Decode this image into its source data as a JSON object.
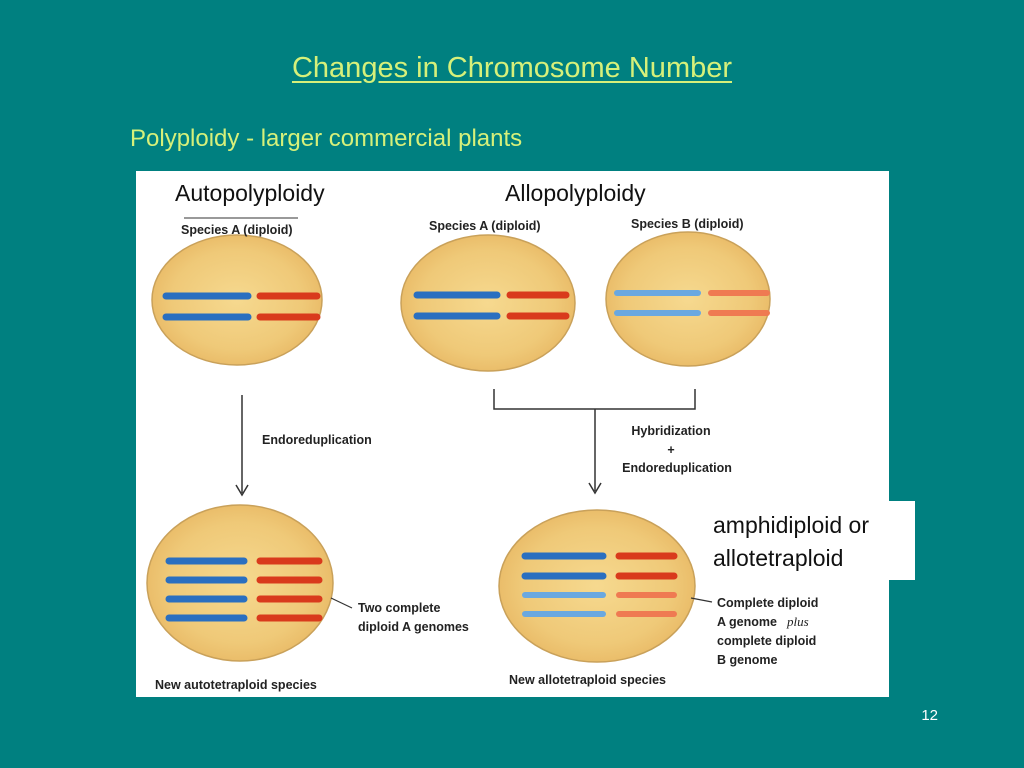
{
  "slide": {
    "title": "Changes in Chromosome Number",
    "subtitle": "Polyploidy - larger commercial plants",
    "page_number": "12"
  },
  "diagram": {
    "auto_heading": "Autopolyploidy",
    "allo_heading": "Allopolyploidy",
    "species_a_label_left": "Species A (diploid)",
    "species_a_label_right": "Species A (diploid)",
    "species_b_label": "Species B (diploid)",
    "endoreduplication": "Endoreduplication",
    "hybridization": "Hybridization",
    "plus_sign": "+",
    "endoreduplication_right": "Endoreduplication",
    "two_complete_line1": "Two complete",
    "two_complete_line2": "diploid A genomes",
    "complete_diploid_line1": "Complete diploid",
    "complete_diploid_line2a": "A genome",
    "complete_diploid_line2b": "plus",
    "complete_diploid_line3": "complete diploid",
    "complete_diploid_line4": "B genome",
    "new_auto": "New autotetraploid species",
    "new_allo": "New allotetraploid species",
    "callout_line1": "amphidiploid or",
    "callout_line2": "allotetraploid",
    "colors": {
      "cell_fill": "#efc978",
      "cell_stroke": "#c9a15a",
      "chrom_blue_a": "#2a6fc0",
      "chrom_red_a": "#d93a1c",
      "chrom_blue_b": "#6aa8e0",
      "chrom_red_b": "#ef7a52"
    }
  }
}
